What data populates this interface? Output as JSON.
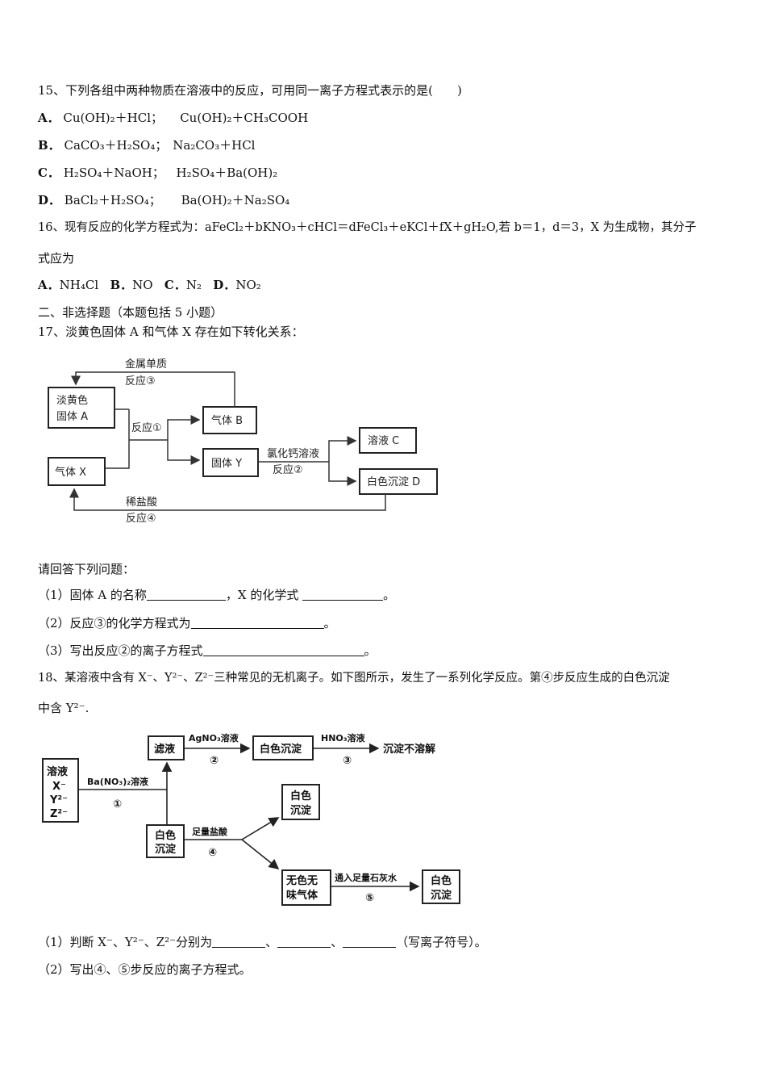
{
  "q15": {
    "stem": "15、下列各组中两种物质在溶液中的反应，可用同一离子方程式表示的是(　　)",
    "options": [
      {
        "letter": "A．",
        "left": "Cu(OH)₂＋HCl；",
        "right": "Cu(OH)₂＋CH₃COOH"
      },
      {
        "letter": "B．",
        "left": "CaCO₃＋H₂SO₄；",
        "right": "Na₂CO₃＋HCl"
      },
      {
        "letter": "C．",
        "left": "H₂SO₄＋NaOH；",
        "right": "H₂SO₄＋Ba(OH)₂"
      },
      {
        "letter": "D．",
        "left": "BaCl₂＋H₂SO₄；",
        "right": "Ba(OH)₂＋Na₂SO₄"
      }
    ]
  },
  "q16": {
    "line1": "16、现有反应的化学方程式为：aFeCl₂＋bKNO₃＋cHCl＝dFeCl₃＋eKCl＋fX＋gH₂O,若 b＝1，d＝3，X 为生成物，其分子",
    "line2": "式应为",
    "options": [
      {
        "letter": "A．",
        "text": "NH₄Cl"
      },
      {
        "letter": "B．",
        "text": "NO"
      },
      {
        "letter": "C．",
        "text": "N₂"
      },
      {
        "letter": "D．",
        "text": "NO₂"
      }
    ]
  },
  "section2": "二、非选择题（本题包括 5 小题）",
  "q17": {
    "stem": "17、淡黄色固体 A 和气体 X 存在如下转化关系：",
    "diagram": {
      "box_A": [
        "淡黄色",
        "固体 A"
      ],
      "box_X": "气体 X",
      "box_B": "气体 B",
      "box_Y": "固体 Y",
      "box_C": "溶液 C",
      "box_D": "白色沉淀 D",
      "label_top": [
        "金属单质",
        "反应③"
      ],
      "label_r1": "反应①",
      "label_r2": [
        "氯化钙溶液",
        "反应②"
      ],
      "label_r4": [
        "稀盐酸",
        "反应④"
      ]
    },
    "prompt": "请回答下列问题：",
    "parts": [
      {
        "pre": "（1）固体 A 的名称",
        "mid": "，X 的化学式 ",
        "post": "。"
      },
      {
        "pre": "（2）反应③的化学方程式为",
        "post": "。"
      },
      {
        "pre": "（3）写出反应②的离子方程式",
        "post": "。"
      }
    ]
  },
  "q18": {
    "line1": "18、某溶液中含有 X⁻、Y²⁻、Z²⁻三种常见的无机离子。如下图所示，发生了一系列化学反应。第④步反应生成的白色沉淀",
    "line2": "中含 Y²⁻.",
    "diagram": {
      "box_sol": [
        "溶液",
        "X⁻",
        "Y²⁻",
        "Z²⁻"
      ],
      "box_filtrate": "滤液",
      "box_ppt1": "白色沉淀",
      "box_ppt2": [
        "白色",
        "沉淀"
      ],
      "box_ppt3": [
        "白色",
        "沉淀"
      ],
      "box_gas": [
        "无色无",
        "味气体"
      ],
      "box_ppt4": [
        "白色",
        "沉淀"
      ],
      "label_1": "Ba(NO₃)₂溶液",
      "step_1": "①",
      "label_2": "AgNO₃溶液",
      "step_2": "②",
      "label_3": "HNO₃溶液",
      "step_3": "③",
      "result_3": "沉淀不溶解",
      "label_4": "足量盐酸",
      "step_4": "④",
      "label_5": "通入足量石灰水",
      "step_5": "⑤"
    },
    "parts": [
      {
        "pre": "（1）判断 X⁻、Y²⁻、Z²⁻分别为",
        "sep1": "、",
        "sep2": "、",
        "post": "（写离子符号）。"
      },
      {
        "pre": "（2）写出④、⑤步反应的离子方程式。"
      }
    ]
  }
}
